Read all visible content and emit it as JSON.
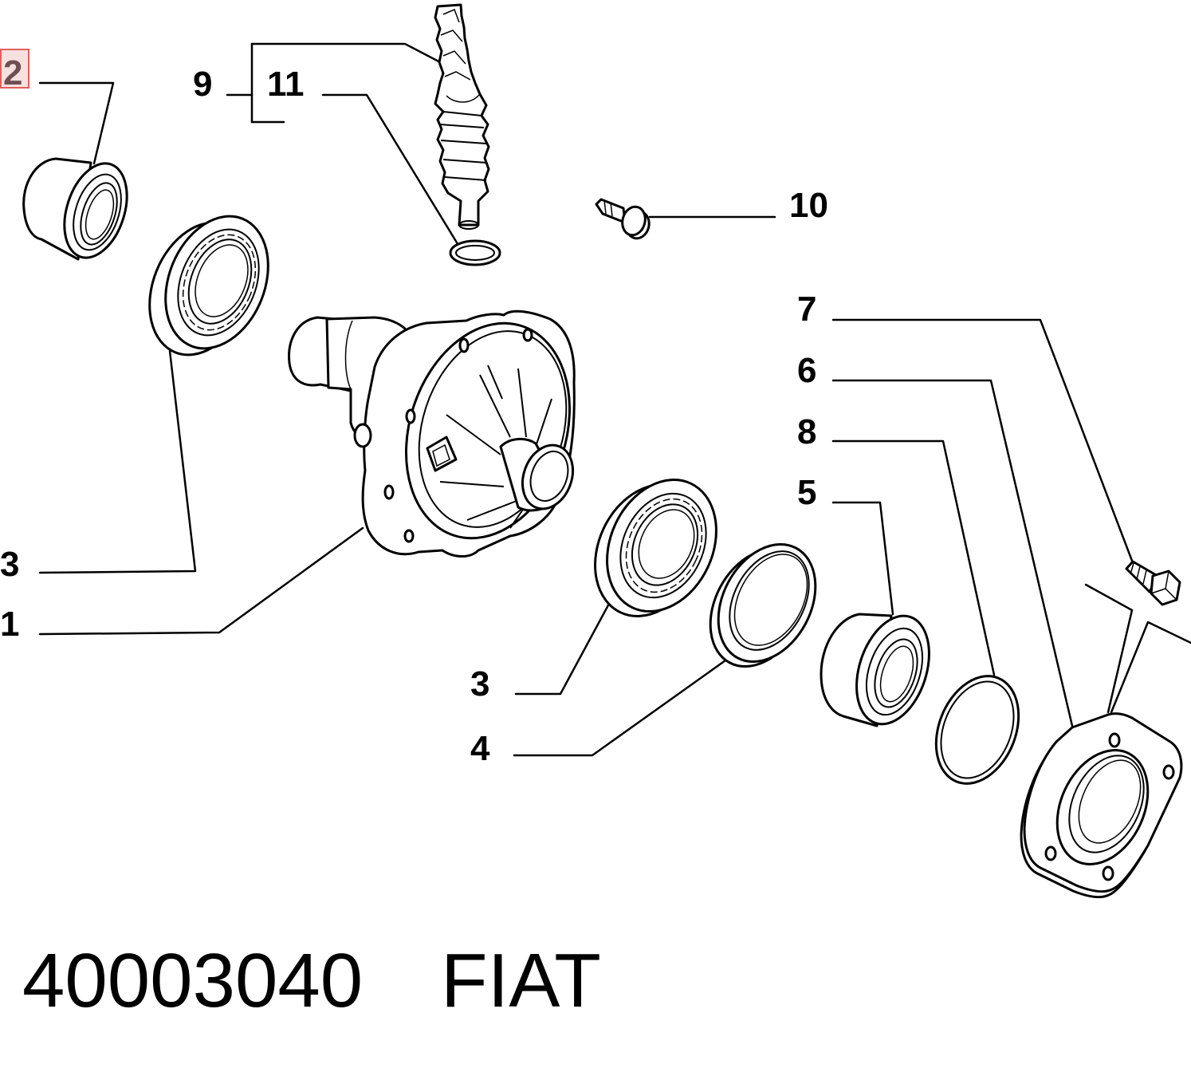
{
  "callouts": [
    {
      "label": "2",
      "highlighted": true
    },
    {
      "label": "9"
    },
    {
      "label": "11"
    },
    {
      "label": "10"
    },
    {
      "label": "7"
    },
    {
      "label": "6"
    },
    {
      "label": "8"
    },
    {
      "label": "5"
    },
    {
      "label": "3"
    },
    {
      "label": "1"
    },
    {
      "label": "3"
    },
    {
      "label": "4"
    }
  ],
  "footer": {
    "part_number": "40003040",
    "brand": "FIAT"
  },
  "colors": {
    "line": "#000000",
    "highlight_border": "#e06060",
    "highlight_fill": "#f9e0e0",
    "highlight_text": "#6e5050"
  }
}
